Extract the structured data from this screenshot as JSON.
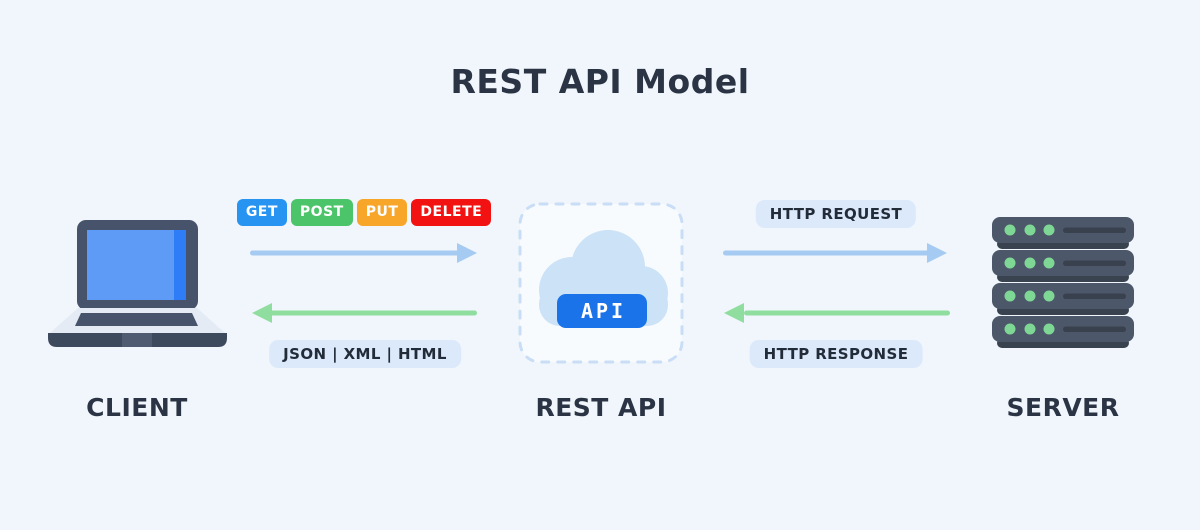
{
  "title": "REST API Model",
  "nodes": {
    "client": {
      "label": "CLIENT",
      "icon": "laptop-icon"
    },
    "rest_api": {
      "label": "REST API",
      "icon": "cloud-icon",
      "api_badge": "API"
    },
    "server": {
      "label": "SERVER",
      "icon": "server-rack-icon"
    }
  },
  "client_to_api": {
    "methods": [
      {
        "label": "GET",
        "color": "#2794F1"
      },
      {
        "label": "POST",
        "color": "#4CC46A"
      },
      {
        "label": "PUT",
        "color": "#F7A62A"
      },
      {
        "label": "DELETE",
        "color": "#F21212"
      }
    ],
    "response_formats": "JSON | XML | HTML"
  },
  "api_to_server": {
    "request_label": "HTTP REQUEST",
    "response_label": "HTTP RESPONSE"
  },
  "colors": {
    "background": "#F0F6FB",
    "heading_text": "#2B3444",
    "request_arrow": "#A6CBF2",
    "response_arrow": "#8FDE9F",
    "label_pill_bg": "#DCE9FB",
    "api_button_bg": "#1A73E8",
    "cloud_fill": "#CBE2F7",
    "dashed_border": "#C9DEF6",
    "dashed_box_bg": "#F8FBFE"
  }
}
